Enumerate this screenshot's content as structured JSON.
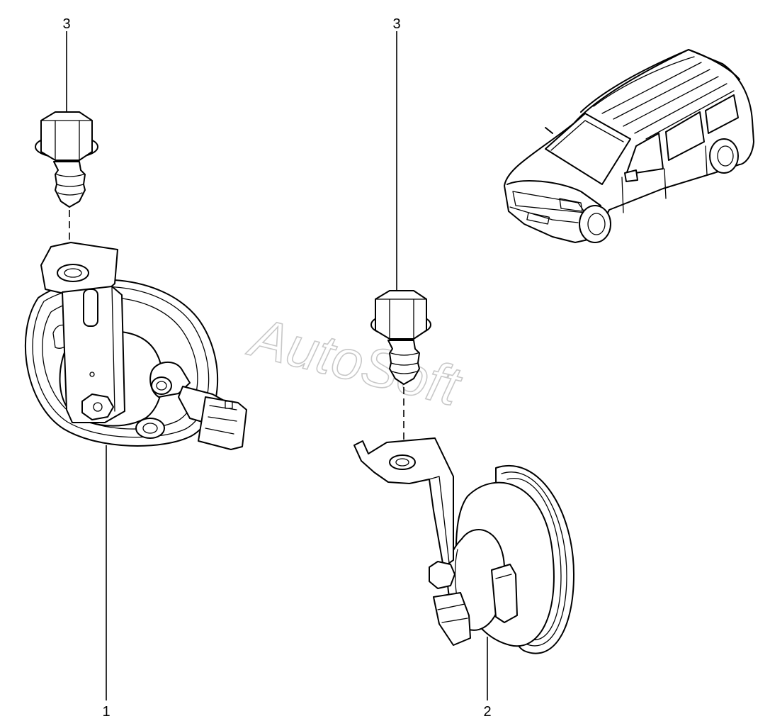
{
  "watermark": "AutoSoft",
  "callouts": {
    "bolt_left": "3",
    "bolt_right": "3",
    "horn_left": "1",
    "horn_right": "2"
  },
  "icons": [
    "hex-bolt",
    "disc-horn-low-tone",
    "disc-horn-high-tone",
    "vehicle-estate-car"
  ]
}
